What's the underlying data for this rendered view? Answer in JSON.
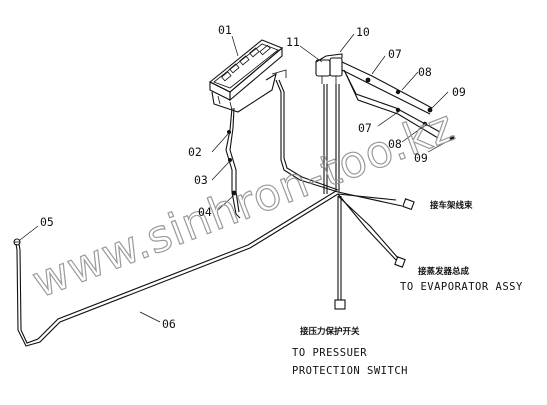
{
  "diagram": {
    "part_labels": {
      "p01": "01",
      "p02": "02",
      "p03": "03",
      "p04": "04",
      "p05": "05",
      "p06": "06",
      "p07a": "07",
      "p07b": "07",
      "p08a": "08",
      "p08b": "08",
      "p09a": "09",
      "p09b": "09",
      "p10": "10",
      "p11": "11"
    },
    "callouts": {
      "frame_harness_cn": "接车架线束",
      "evaporator_cn": "接蒸发器总成",
      "evaporator_en": "TO EVAPORATOR ASSY",
      "pressure_cn": "接压力保护开关",
      "pressure_en_line1": "TO PRESSUER",
      "pressure_en_line2": "PROTECTION SWITCH"
    },
    "watermark": "www.sinhron-too.kz"
  }
}
